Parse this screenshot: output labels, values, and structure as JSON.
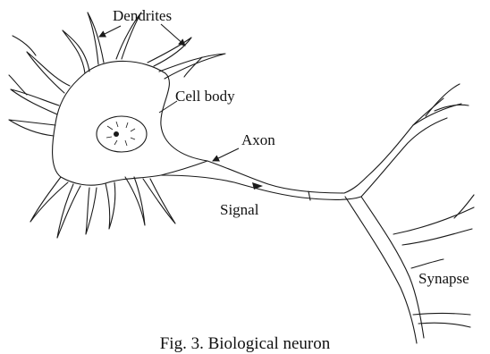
{
  "labels": {
    "dendrites": "Dendrites",
    "cell_body": "Cell body",
    "axon": "Axon",
    "signal": "Signal",
    "synapse": "Synapse"
  },
  "caption": "Fig. 3.   Biological neuron",
  "colors": {
    "ink": "#1a1a1a",
    "background": "#ffffff"
  }
}
